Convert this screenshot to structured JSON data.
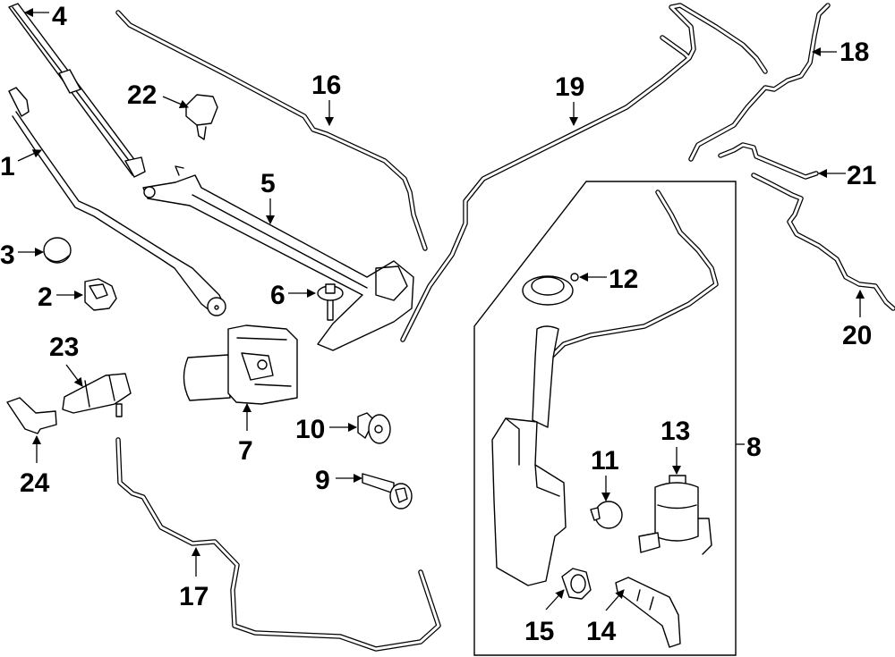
{
  "diagram": {
    "type": "exploded-parts-diagram",
    "subject": "Windshield wiper and washer components",
    "callouts": [
      {
        "id": "1",
        "label": "1"
      },
      {
        "id": "2",
        "label": "2"
      },
      {
        "id": "3",
        "label": "3"
      },
      {
        "id": "4",
        "label": "4"
      },
      {
        "id": "5",
        "label": "5"
      },
      {
        "id": "6",
        "label": "6"
      },
      {
        "id": "7",
        "label": "7"
      },
      {
        "id": "8",
        "label": "8"
      },
      {
        "id": "9",
        "label": "9"
      },
      {
        "id": "10",
        "label": "10"
      },
      {
        "id": "11",
        "label": "11"
      },
      {
        "id": "12",
        "label": "12"
      },
      {
        "id": "13",
        "label": "13"
      },
      {
        "id": "14",
        "label": "14"
      },
      {
        "id": "15",
        "label": "15"
      },
      {
        "id": "16",
        "label": "16"
      },
      {
        "id": "17",
        "label": "17"
      },
      {
        "id": "18",
        "label": "18"
      },
      {
        "id": "19",
        "label": "19"
      },
      {
        "id": "20",
        "label": "20"
      },
      {
        "id": "21",
        "label": "21"
      },
      {
        "id": "22",
        "label": "22"
      },
      {
        "id": "23",
        "label": "23"
      },
      {
        "id": "24",
        "label": "24"
      }
    ],
    "groups": [
      {
        "label": "8",
        "contains": [
          "11",
          "12",
          "13",
          "14",
          "15"
        ]
      }
    ],
    "colors": {
      "line": "#000000",
      "background": "#ffffff"
    }
  }
}
